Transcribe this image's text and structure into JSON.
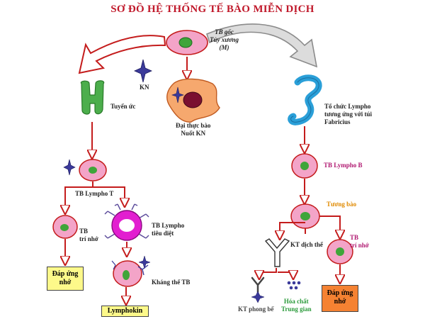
{
  "title": "SƠ ĐỒ HỆ THỐNG TẾ BÀO MIỄN DỊCH",
  "nodes": {
    "stem_cell": [
      "TB gốc",
      "Tủy xương",
      "(M)"
    ],
    "antigen": "KN",
    "thymus": "Tuyến ức",
    "macrophage": [
      "Đại thực bào",
      "Nuốt KN"
    ],
    "lymph_tissue": [
      "Tổ chức Lympho",
      "tương ứng với túi",
      "Fabricius"
    ],
    "t_lymphocyte": "TB Lympho T",
    "b_lymphocyte": "TB Lympho B",
    "plasma_cell": "Tương bào",
    "t_memory": [
      "TB",
      "trí nhớ"
    ],
    "killer_cell": [
      "TB Lympho",
      "tiêu diệt"
    ],
    "antibody_tb": "Kháng thể TB",
    "b_antibody": "KT dịch thể",
    "b_memory": [
      "TB",
      "trí nhớ"
    ],
    "blocking_antibody": "KT phong bế",
    "mediators": [
      "Hóa chất",
      "Trung gian"
    ]
  },
  "boxes": {
    "memory_response_left": [
      "Đáp ứng",
      "nhớ"
    ],
    "lymphokin": "Lymphokin",
    "memory_response_right": [
      "Đáp ứng",
      "nhớ"
    ]
  },
  "colors": {
    "title": "#c0182a",
    "arrow_outline": "#c41c1c",
    "cell_pink": "#f3a4c8",
    "nucleus_green": "#3fa53a",
    "killer_magenta": "#e21fd0",
    "thymus_green": "#4cae4c",
    "lymph_blue": "#2a9fd8",
    "antigen_purple": "#3b3a9a",
    "box_yellow": "#fdf98a",
    "box_orange": "#f58232",
    "plasma_label": "#e08a00",
    "b_cell_label": "#b01870",
    "mediator_label": "#2a9a3a"
  }
}
